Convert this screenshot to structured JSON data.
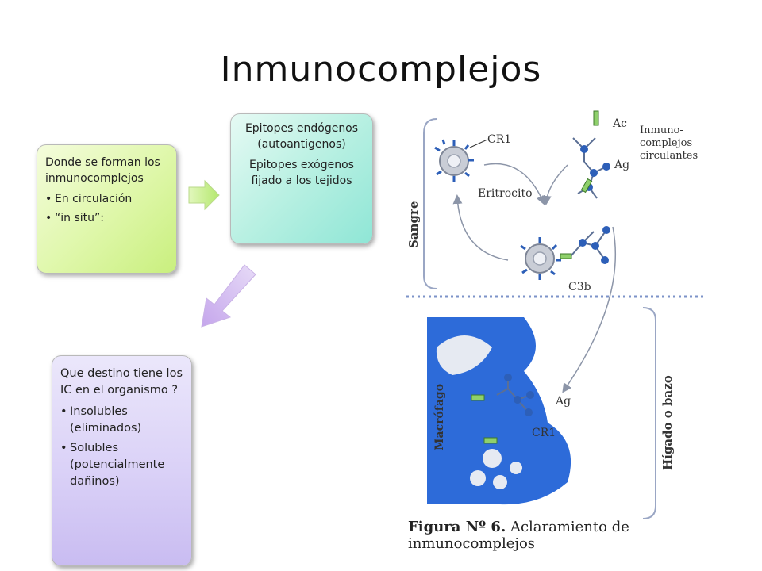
{
  "title": "Inmunocomplejos",
  "box_formation": {
    "heading": "Donde se forman los inmunocomplejos",
    "items": [
      "En circulación",
      "“in situ”:"
    ]
  },
  "box_epitopes": {
    "line1": "Epitopes endógenos (autoantigenos)",
    "line2": "Epitopes exógenos fijado a los tejidos"
  },
  "box_destiny": {
    "heading": "Que destino tiene los IC en el organismo ?",
    "items": [
      "Insolubles (eliminados)",
      "Solubles (potencialmente dañinos)"
    ]
  },
  "figure": {
    "labels": {
      "cr1_top": "CR1",
      "ac": "Ac",
      "ag_top": "Ag",
      "inmuno": "Inmuno-",
      "complejos": "complejos",
      "circulantes": "circulantes",
      "eritrocito": "Eritrocito",
      "sangre": "Sangre",
      "c3b": "C3b",
      "macrofago": "Macrófago",
      "ag_bottom": "Ag",
      "cr1_bottom": "CR1",
      "higado": "Hígado o bazo"
    },
    "caption_bold": "Figura Nº 6.",
    "caption_rest": " Aclaramiento de inmunocomplejos"
  },
  "colors": {
    "green_box": "#def7a8",
    "teal_box": "#b8f0e2",
    "purple_box": "#dad1f7",
    "arrow_green": "#c6ee8a",
    "arrow_purple": "#d2b8ee",
    "macrophage_blue": "#2d6bd9"
  }
}
